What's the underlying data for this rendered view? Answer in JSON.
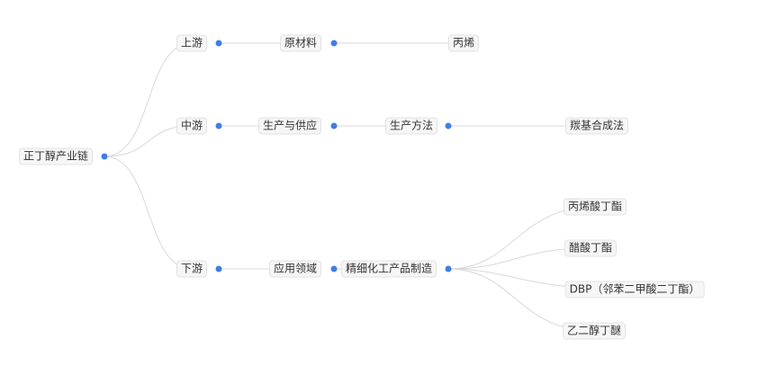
{
  "tree": {
    "root": {
      "label": "正丁醇产业链"
    },
    "upstream": {
      "label": "上游",
      "category": {
        "label": "原材料"
      },
      "leaf": {
        "label": "丙烯"
      }
    },
    "midstream": {
      "label": "中游",
      "category": {
        "label": "生产与供应"
      },
      "sub": {
        "label": "生产方法"
      },
      "leaf": {
        "label": "羰基合成法"
      }
    },
    "downstream": {
      "label": "下游",
      "category": {
        "label": "应用领域"
      },
      "sub": {
        "label": "精细化工产品制造"
      },
      "leaves": [
        {
          "label": "丙烯酸丁酯"
        },
        {
          "label": "醋酸丁酯"
        },
        {
          "label": "DBP（邻苯二甲酸二丁酯）"
        },
        {
          "label": "乙二醇丁醚"
        }
      ]
    }
  },
  "colors": {
    "dot": "#3f7fe6",
    "link": "#d8d8d8",
    "node_bg": "#f6f6f6",
    "node_border": "#e3e3e3",
    "text": "#333333"
  }
}
